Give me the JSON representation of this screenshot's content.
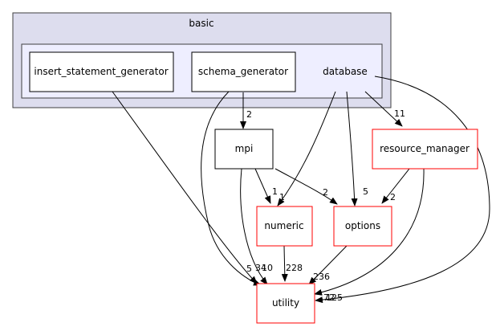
{
  "clusters": {
    "outer": {
      "label": "basic"
    },
    "inner": {
      "label": "database"
    }
  },
  "nodes": {
    "insert_statement_generator": "insert_statement_generator",
    "schema_generator": "schema_generator",
    "mpi": "mpi",
    "resource_manager": "resource_manager",
    "numeric": "numeric",
    "options": "options",
    "utility": "utility"
  },
  "edge_labels": {
    "schema_to_mpi": "2",
    "database_to_resource_manager": "11",
    "mpi_to_numeric": "1",
    "mpi_to_options": "2",
    "database_to_numeric": "1",
    "database_to_options": "5",
    "resource_manager_to_options": "2",
    "insert_to_utility": "5",
    "schema_to_utility": "34",
    "mpi_to_utility": "10",
    "numeric_to_utility": "228",
    "options_to_utility": "236",
    "resource_manager_to_utility": "72",
    "database_to_utility": "125"
  },
  "colors": {
    "outer_fill": "#ddddee",
    "inner_fill": "#eeeeff",
    "highlight_border": "#ff0000",
    "node_border": "#000000"
  }
}
